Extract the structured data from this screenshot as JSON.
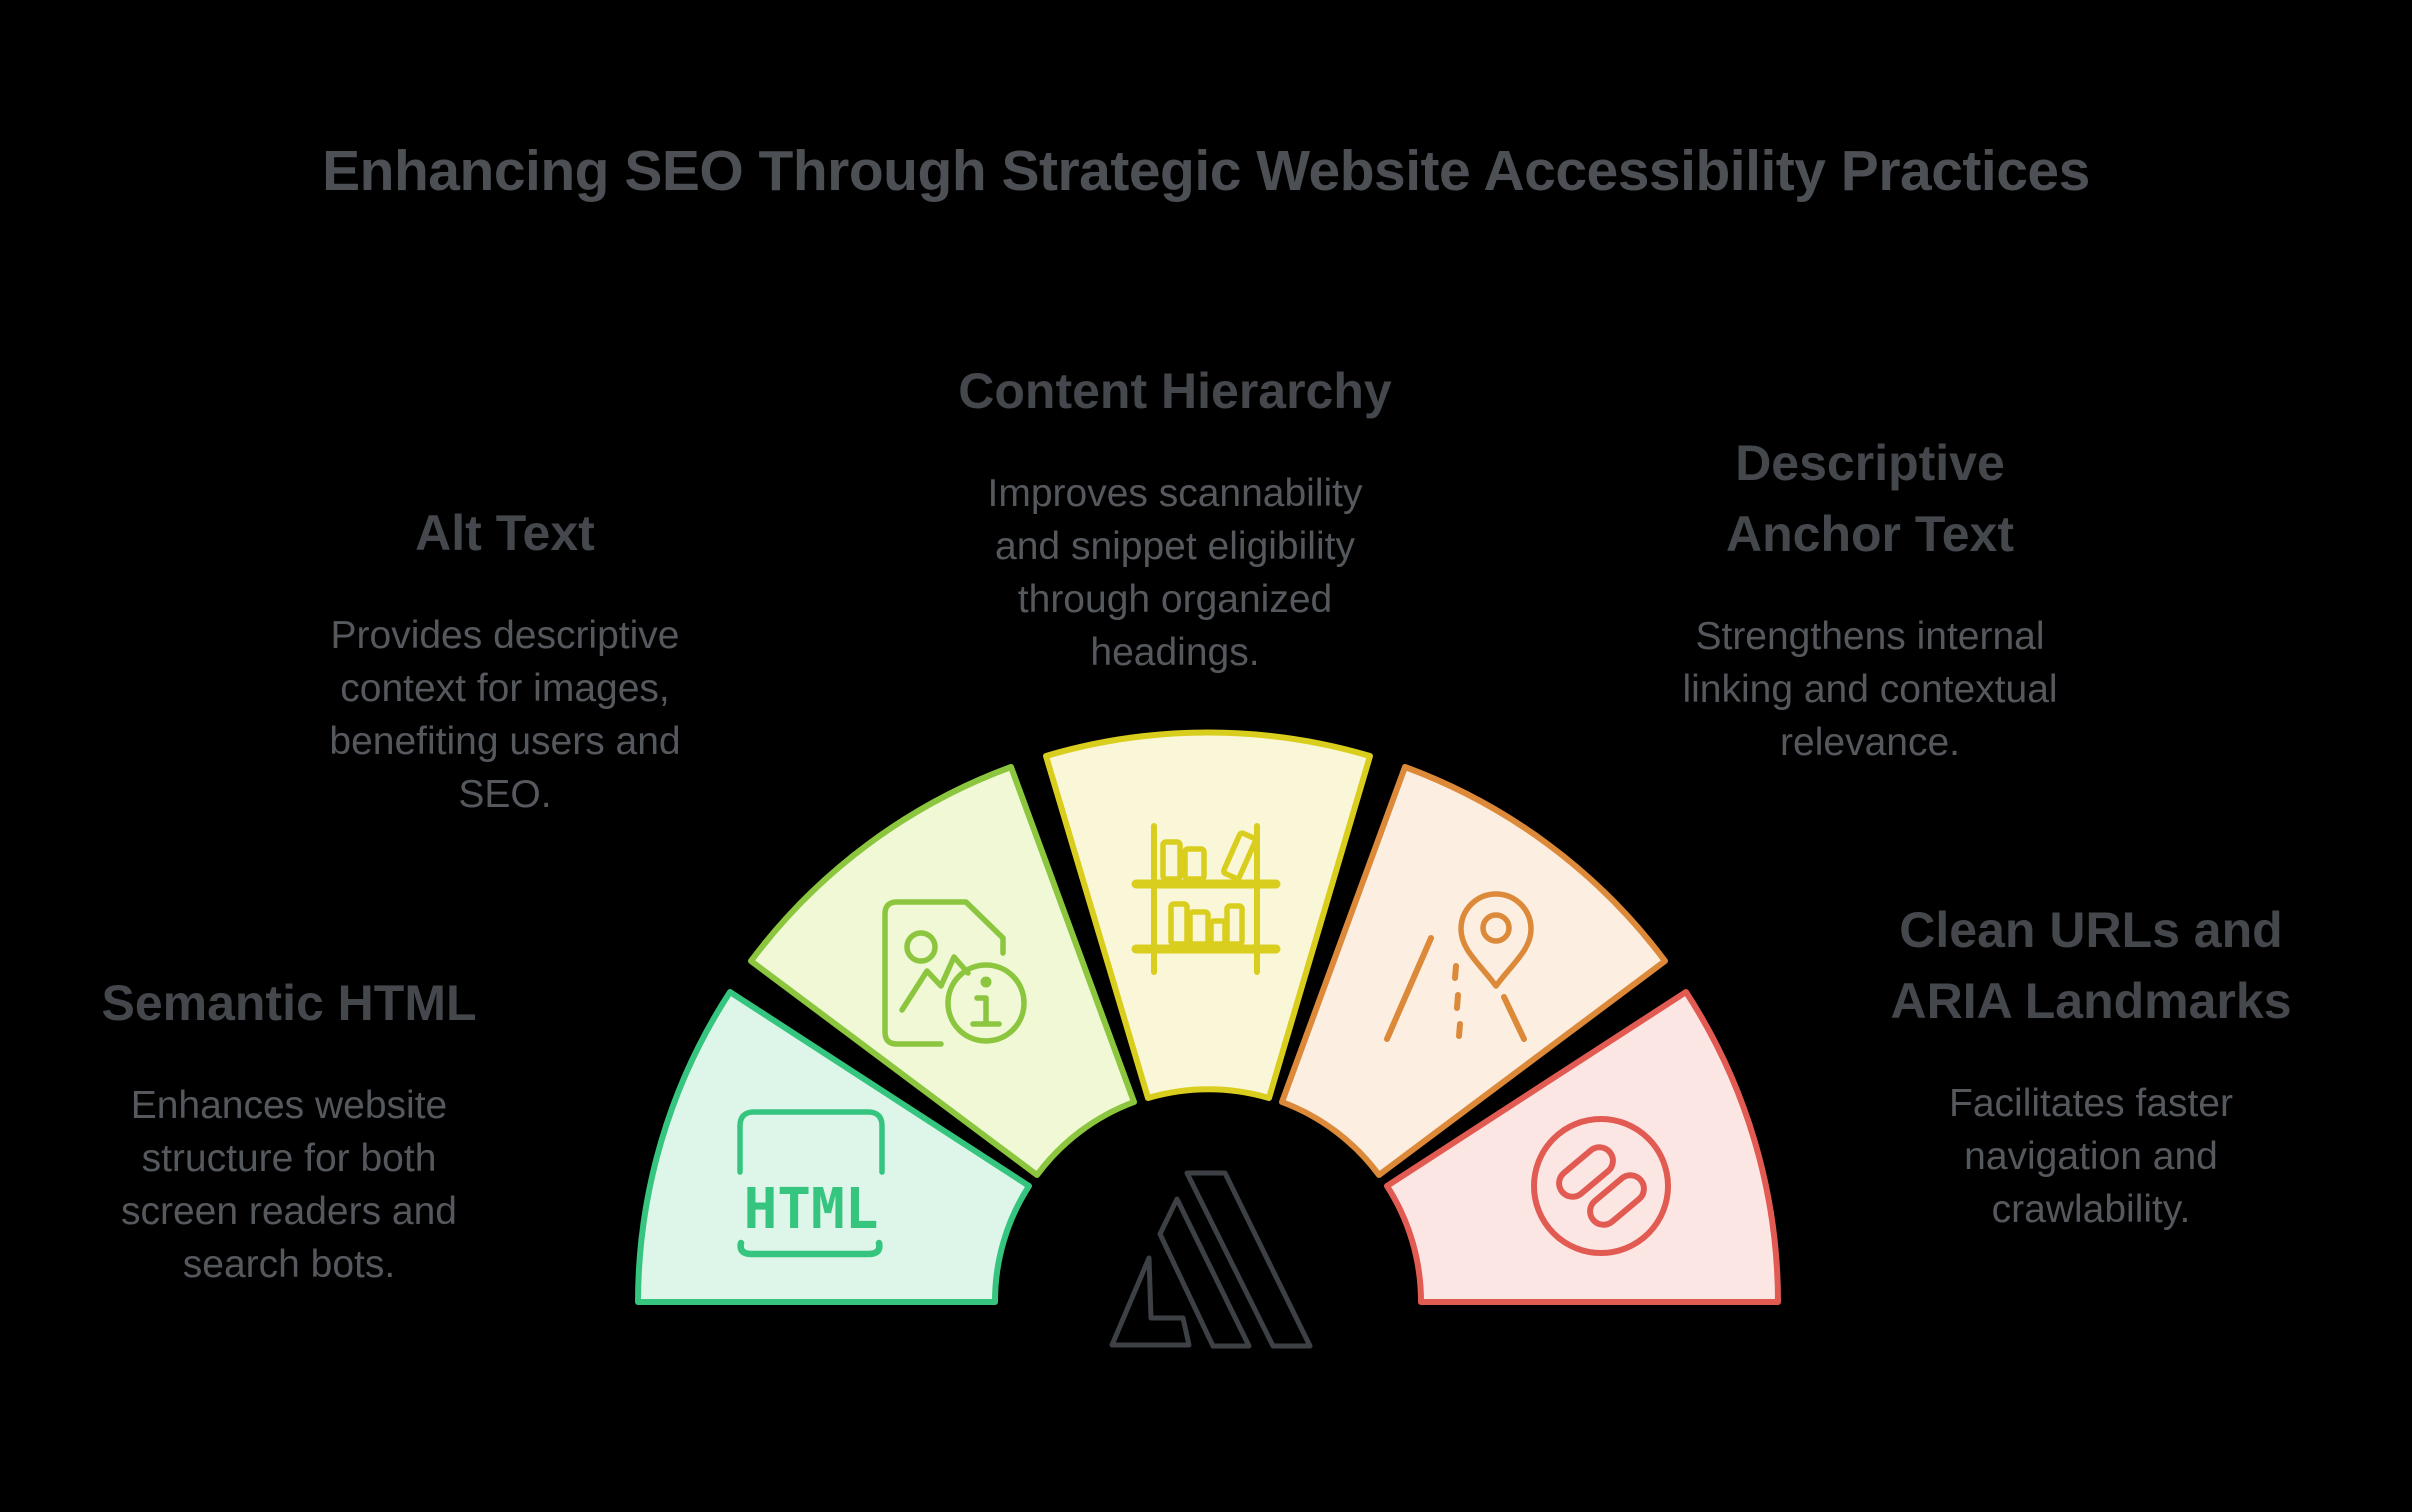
{
  "title": "Enhancing SEO Through Strategic Website Accessibility Practices",
  "theme": {
    "background": "#000000",
    "title_color": "#4c4f54",
    "heading_color": "#44474c",
    "body_color": "#55585d",
    "logo_color": "#3d4045"
  },
  "logo": {
    "icon": "brand-triangle-logo"
  },
  "sections": [
    {
      "id": "semantic-html",
      "heading_lines": [
        "Semantic HTML"
      ],
      "body_lines": [
        "Enhances website",
        "structure for both",
        "screen readers and",
        "search bots."
      ],
      "icon": "html-window-icon",
      "icon_text": "HTML",
      "color": "#35c57f",
      "fill": "#def5ea"
    },
    {
      "id": "alt-text",
      "heading_lines": [
        "Alt Text"
      ],
      "body_lines": [
        "Provides descriptive",
        "context for images,",
        "benefiting users and",
        "SEO."
      ],
      "icon": "image-info-icon",
      "color": "#8cc63f",
      "fill": "#f1f8d5"
    },
    {
      "id": "content-hierarchy",
      "heading_lines": [
        "Content Hierarchy"
      ],
      "body_lines": [
        "Improves scannability",
        "and snippet eligibility",
        "through organized",
        "headings."
      ],
      "icon": "bookshelf-icon",
      "color": "#d9ce1d",
      "fill": "#faf7d8"
    },
    {
      "id": "descriptive-anchor-text",
      "heading_lines": [
        "Descriptive",
        "Anchor Text"
      ],
      "body_lines": [
        "Strengthens internal",
        "linking and contextual",
        "relevance."
      ],
      "icon": "location-route-icon",
      "color": "#dc8a3a",
      "fill": "#fcefe1"
    },
    {
      "id": "clean-urls-aria-landmarks",
      "heading_lines": [
        "Clean URLs and",
        "ARIA Landmarks"
      ],
      "body_lines": [
        "Facilitates faster",
        "navigation and",
        "crawlability."
      ],
      "icon": "chain-link-icon",
      "color": "#e25b53",
      "fill": "#fce6e4"
    }
  ]
}
